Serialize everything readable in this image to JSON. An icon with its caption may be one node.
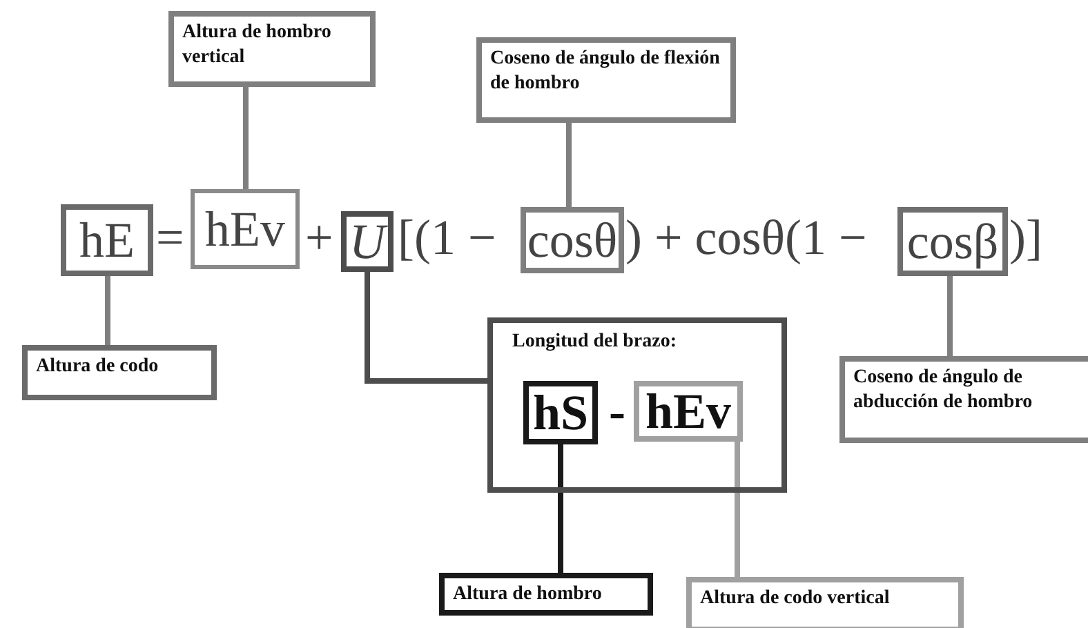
{
  "diagram": {
    "nodes": [
      {
        "text": [
          "Altura de hombro vertical"
        ]
      },
      {
        "text": [
          "Coseno de ángulo de flexión de hombro"
        ]
      },
      {
        "text": [
          "hE"
        ]
      },
      {
        "text": [
          "hEv"
        ]
      },
      {
        "text": [
          "U"
        ]
      },
      {
        "text": [
          "cosθ"
        ]
      },
      {
        "text": [
          "cosβ"
        ]
      },
      {
        "text": [
          "Altura de codo"
        ]
      },
      {
        "text": [
          "Longitud del brazo:"
        ]
      },
      {
        "text": [
          "hS"
        ],
        "in": 8
      },
      {
        "text": [
          "hEv"
        ],
        "in": 8
      },
      {
        "text": [
          "Coseno de ángulo de abducción de hombro"
        ]
      },
      {
        "text": [
          "Altura de hombro"
        ]
      },
      {
        "text": [
          "Altura de codo vertical"
        ]
      }
    ],
    "edges": [
      {
        "from": 0,
        "to": 3,
        "arrow": "none"
      },
      {
        "from": 1,
        "to": 5,
        "arrow": "none"
      },
      {
        "from": 2,
        "to": 7,
        "arrow": "none"
      },
      {
        "from": 4,
        "to": 8,
        "arrow": "none",
        "color": "#4d4d4d"
      },
      {
        "from": 6,
        "to": 11,
        "arrow": "none"
      },
      {
        "from": 9,
        "to": 12,
        "arrow": "none",
        "color": "#1a1a1a"
      },
      {
        "from": 10,
        "to": 13,
        "arrow": "none",
        "color": "#a0a0a0"
      }
    ],
    "labels": [
      "=",
      "+",
      "[(1 −",
      ") + cosθ(1 −",
      ")]",
      "-"
    ]
  }
}
